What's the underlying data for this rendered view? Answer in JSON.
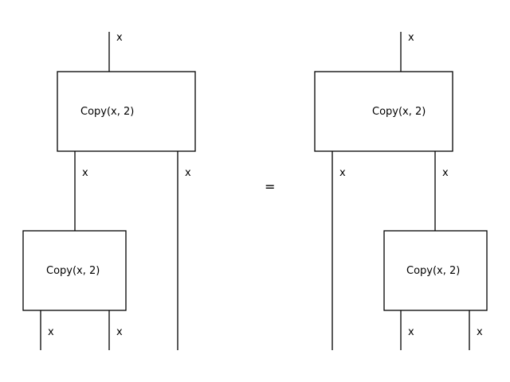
{
  "equation": {
    "equals_sign": "=",
    "left": {
      "top_box": {
        "label": "Copy(x, 2)"
      },
      "bottom_box": {
        "label": "Copy(x, 2)"
      },
      "wire_labels": {
        "input": "x",
        "top_out_left": "x",
        "top_out_right": "x",
        "bottom_out_left": "x",
        "bottom_out_right": "x"
      }
    },
    "right": {
      "top_box": {
        "label": "Copy(x, 2)"
      },
      "bottom_box": {
        "label": "Copy(x, 2)"
      },
      "wire_labels": {
        "input": "x",
        "top_out_left": "x",
        "top_out_right": "x",
        "bottom_out_left": "x",
        "bottom_out_right": "x"
      }
    }
  }
}
